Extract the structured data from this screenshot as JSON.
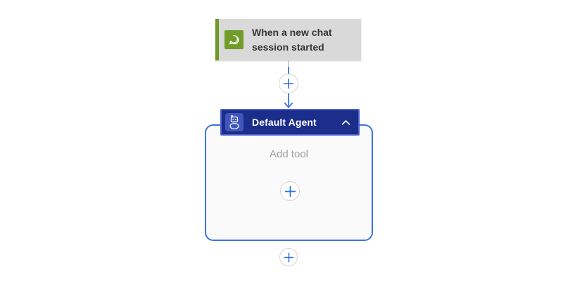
{
  "trigger_card": {
    "title_line1": "When a new chat",
    "title_line2": "session started",
    "icon": "chat-bubble-icon",
    "icon_bg": "#719c2a",
    "accent_bar_color": "#6f9824",
    "card_bg": "#d9d9d9"
  },
  "agent_scope": {
    "header": {
      "label": "Default Agent",
      "icon": "bot-icon",
      "collapse_icon": "chevron-up-icon",
      "bg": "#1b2e8c",
      "selection_border": "#4c5fce"
    },
    "body": {
      "hint": "Add tool",
      "add_tool_icon": "plus-icon",
      "border_color": "#3b73e0",
      "bg": "#fafafa"
    }
  },
  "connectors": {
    "line_color": "#4a80e8",
    "plus_color": "#2f6fe4",
    "insert_top_icon": "plus-icon",
    "insert_bottom_icon": "plus-icon"
  }
}
